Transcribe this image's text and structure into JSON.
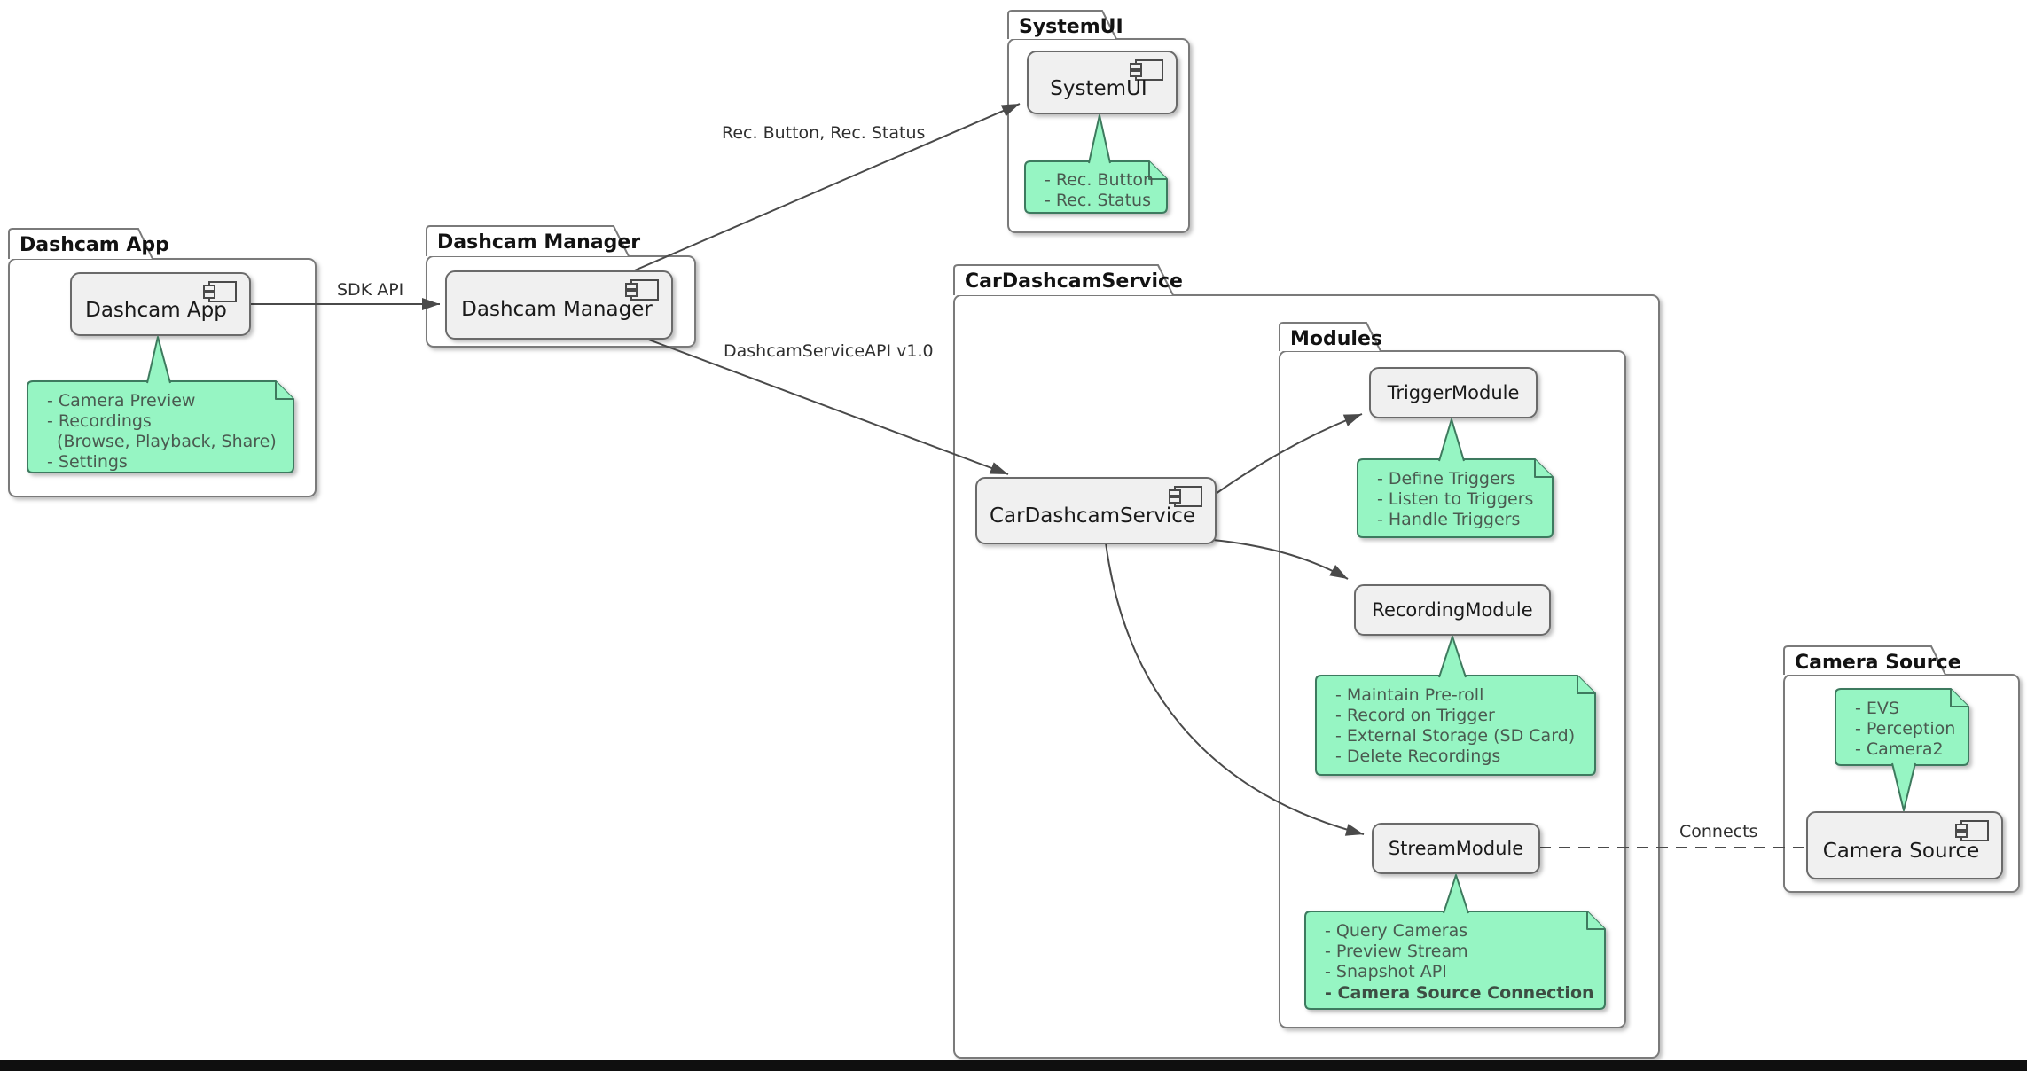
{
  "colors": {
    "note_fill": "#96f5c3",
    "note_border": "#3e7a5e",
    "component_fill": "#f0f0f0",
    "component_border": "#6b6b6b",
    "package_border": "#7a7a7a",
    "edge": "#4a4a4a",
    "note_text": "#4a5a50",
    "bottom_bar": "#0f0f0f"
  },
  "packages": {
    "dashcam_app": {
      "label": "Dashcam App",
      "component": "Dashcam App",
      "note_lines": [
        "- Camera Preview",
        "- Recordings",
        "(Browse, Playback, Share)",
        "- Settings"
      ]
    },
    "dashcam_manager": {
      "label": "Dashcam Manager",
      "component": "Dashcam Manager"
    },
    "systemui": {
      "label": "SystemUI",
      "component": "SystemUI",
      "note_lines": [
        "- Rec. Button",
        "- Rec. Status"
      ]
    },
    "car_dashcam_service": {
      "label": "CarDashcamService",
      "component": "CarDashcamService"
    },
    "modules": {
      "label": "Modules",
      "trigger_module": {
        "label": "TriggerModule",
        "note_lines": [
          "- Define Triggers",
          "- Listen to Triggers",
          "- Handle Triggers"
        ]
      },
      "recording_module": {
        "label": "RecordingModule",
        "note_lines": [
          "- Maintain Pre-roll",
          "- Record on Trigger",
          "- External Storage (SD Card)",
          "- Delete Recordings"
        ]
      },
      "stream_module": {
        "label": "StreamModule",
        "note_lines": [
          "- Query Cameras",
          "- Preview Stream",
          "- Snapshot API"
        ],
        "note_bold_line": "- Camera Source Connection"
      }
    },
    "camera_source": {
      "label": "Camera Source",
      "component": "Camera Source",
      "note_lines": [
        "- EVS",
        "- Perception",
        "- Camera2"
      ]
    }
  },
  "edges": {
    "sdk_api_label": "SDK API",
    "rec_label": "Rec. Button, Rec. Status",
    "service_api_label": "DashcamServiceAPI v1.0",
    "connects_label": "Connects"
  }
}
